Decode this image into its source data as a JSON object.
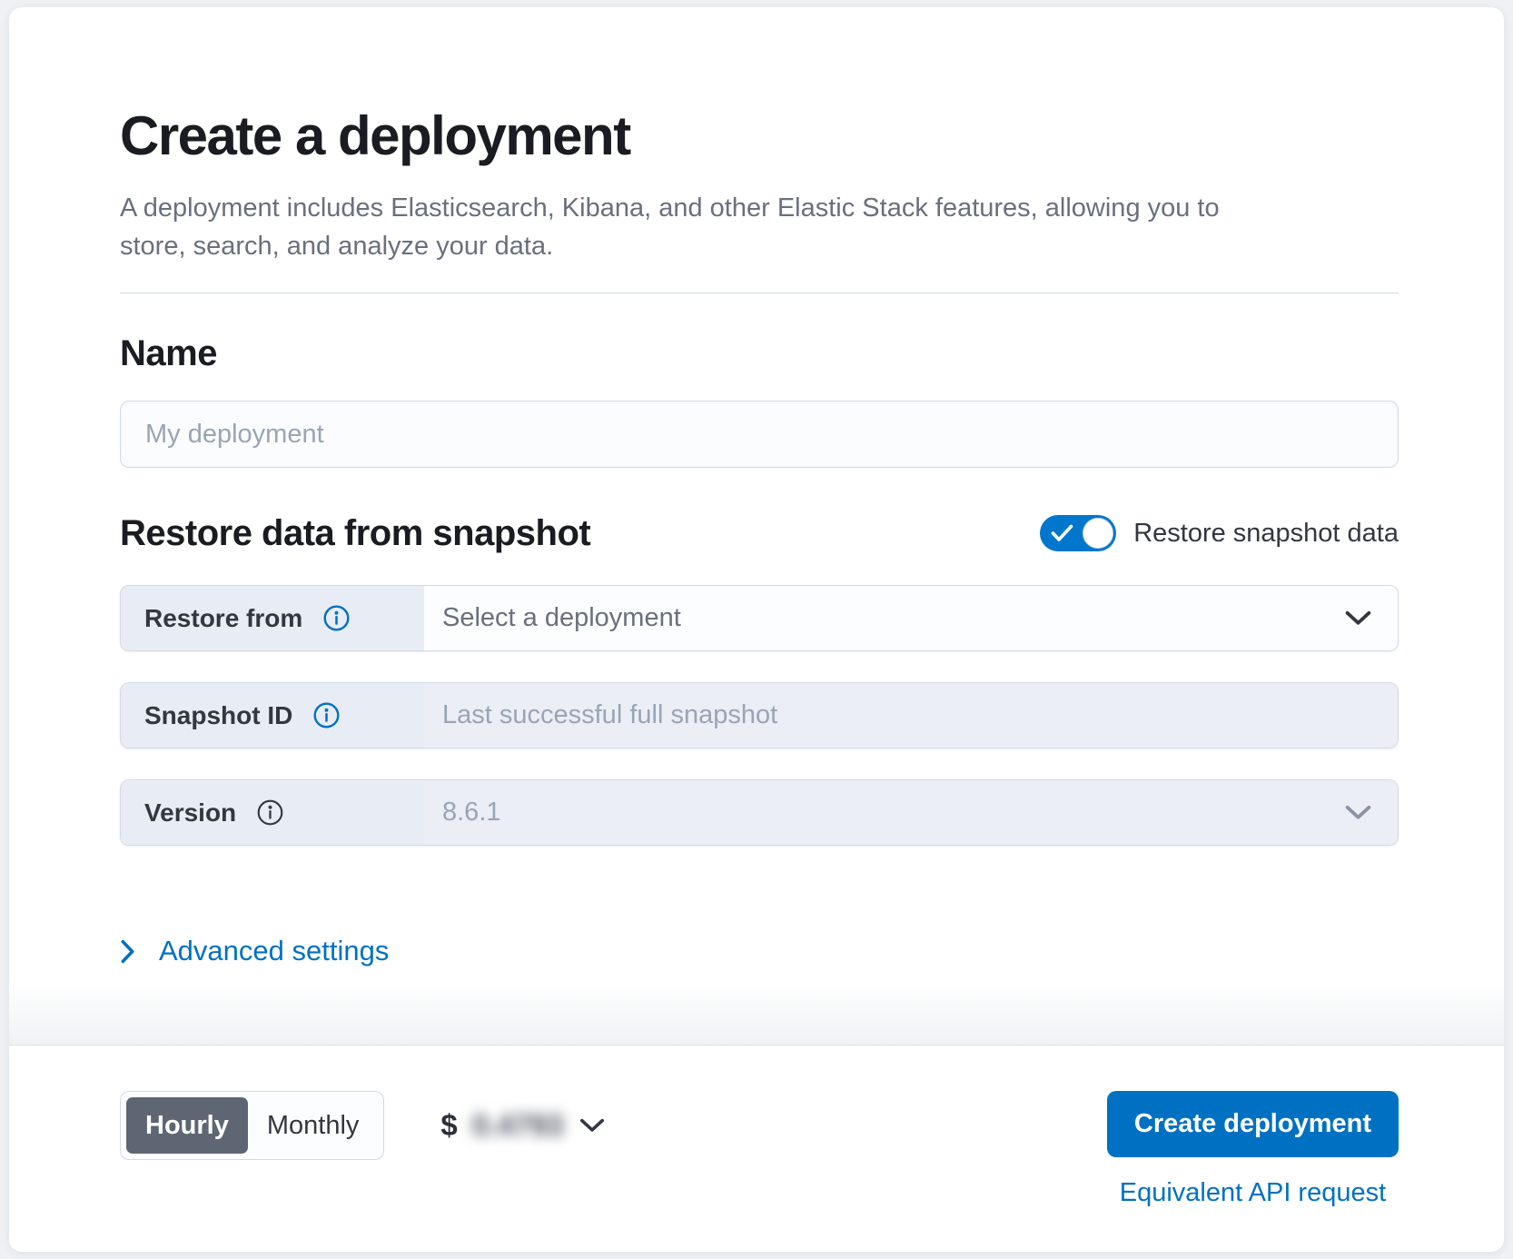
{
  "header": {
    "title": "Create a deployment",
    "subtitle": "A deployment includes Elasticsearch, Kibana, and other Elastic Stack features, allowing you to store, search, and analyze your data."
  },
  "name_section": {
    "heading": "Name",
    "placeholder": "My deployment"
  },
  "restore_section": {
    "heading": "Restore data from snapshot",
    "toggle": {
      "label": "Restore snapshot data",
      "state": "on"
    },
    "restore_from": {
      "label": "Restore from",
      "value": "Select a deployment"
    },
    "snapshot_id": {
      "label": "Snapshot ID",
      "placeholder": "Last successful full snapshot"
    },
    "version": {
      "label": "Version",
      "value": "8.6.1"
    }
  },
  "advanced": {
    "label": "Advanced settings"
  },
  "footer": {
    "billing": {
      "hourly": "Hourly",
      "monthly": "Monthly",
      "selected": "Hourly"
    },
    "price": {
      "currency": "$",
      "amount": "0.4793"
    },
    "create_button": "Create deployment",
    "api_link": "Equivalent API request"
  },
  "colors": {
    "accent_blue": "#0071c2",
    "toggle_blue": "#0077cc",
    "selected_segment": "#5e6673",
    "title_text": "#1a1c21",
    "muted_text": "#69707d",
    "border": "#d3dae6"
  }
}
